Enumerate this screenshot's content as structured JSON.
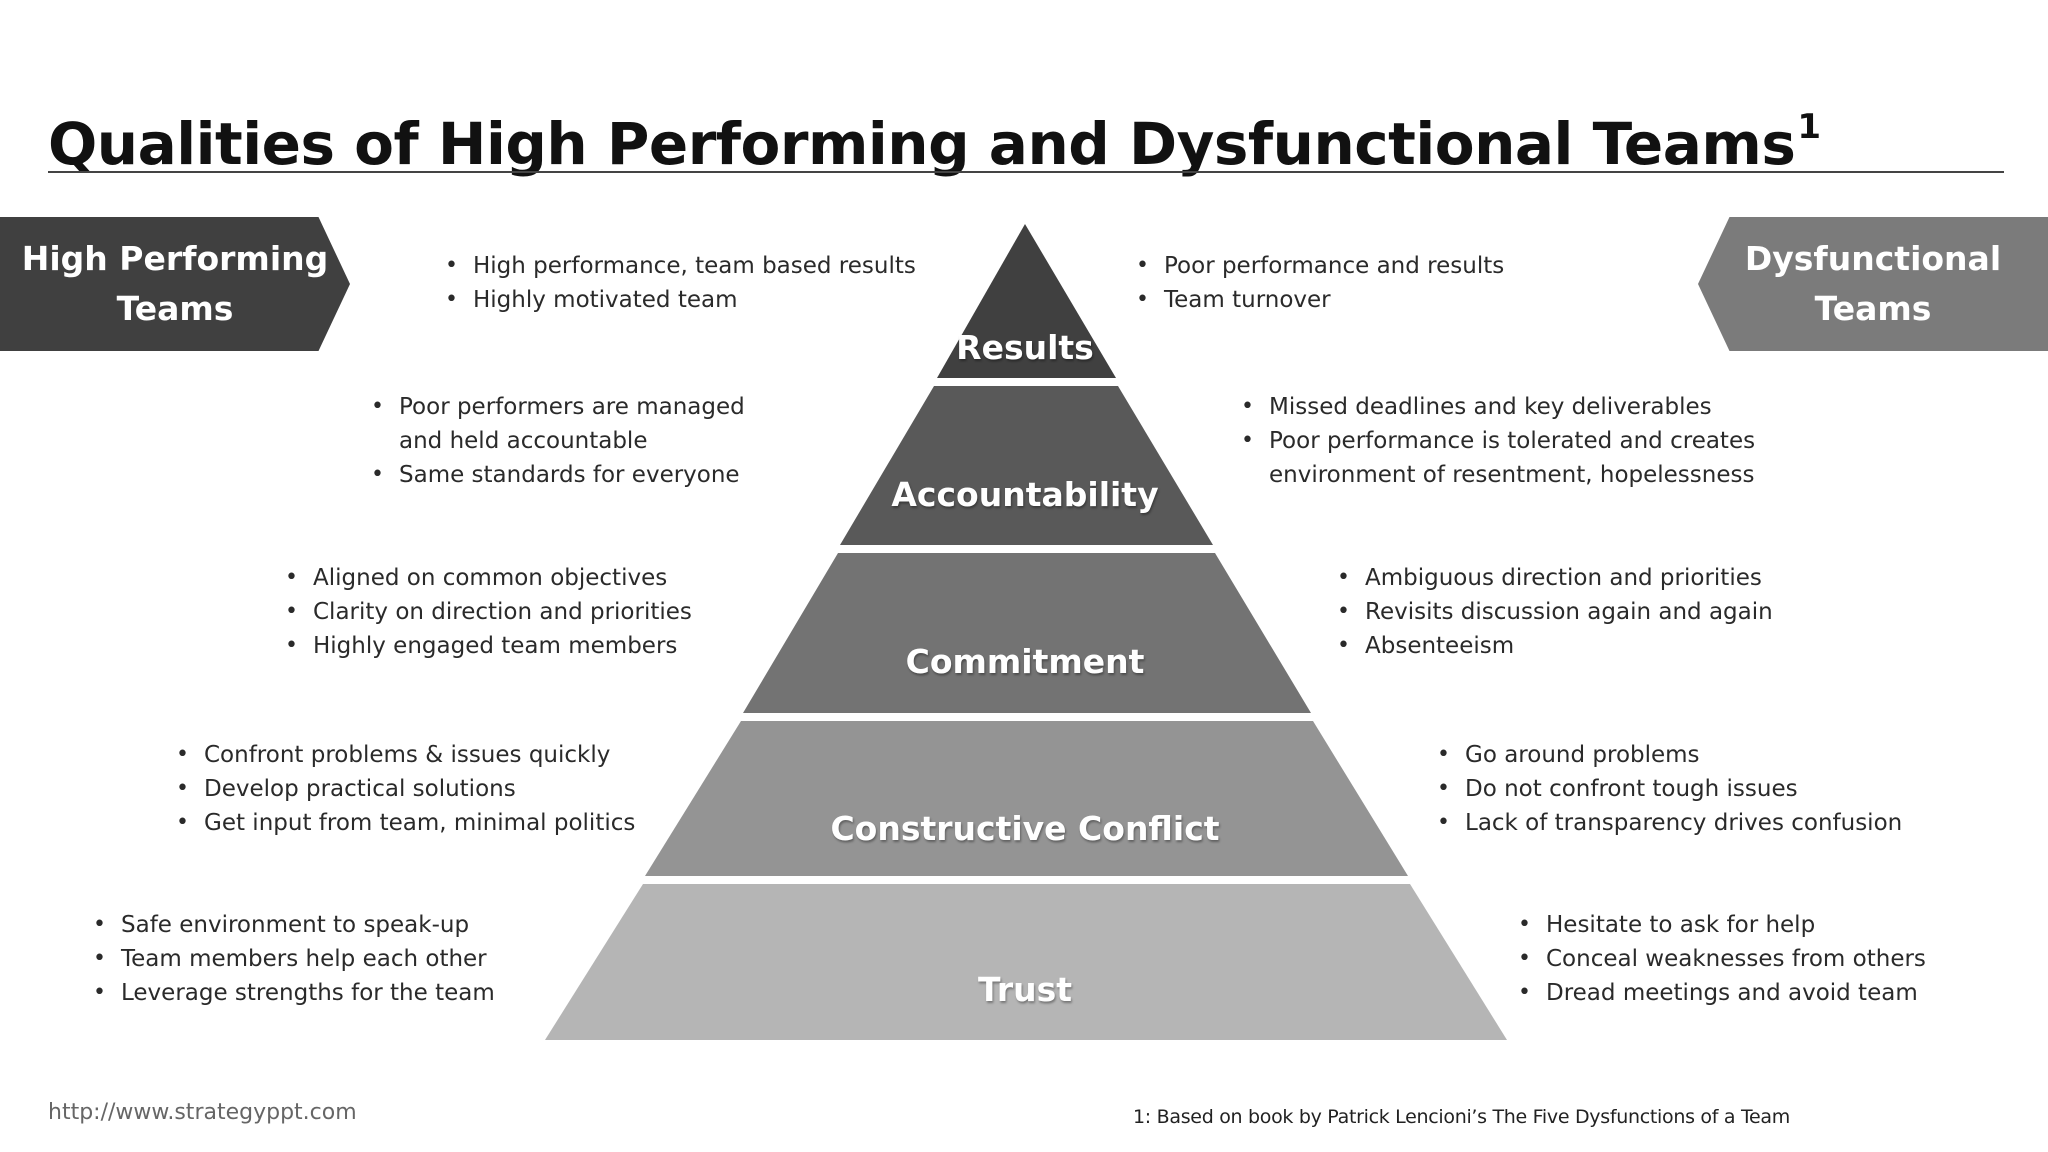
{
  "title": {
    "text": "Qualities of High Performing and Dysfunctional Teams",
    "superscript": "1"
  },
  "banners": {
    "left": {
      "line1": "High Performing",
      "line2": "Teams",
      "color": "#404040"
    },
    "right": {
      "line1": "Dysfunctional",
      "line2": "Teams",
      "color": "#7b7b7b"
    }
  },
  "pyramid": {
    "tiers": [
      {
        "label": "Results",
        "color": "#404040"
      },
      {
        "label": "Accountability",
        "color": "#595959"
      },
      {
        "label": "Commitment",
        "color": "#737373"
      },
      {
        "label": "Constructive Conflict",
        "color": "#949494"
      },
      {
        "label": "Trust",
        "color": "#b5b5b5"
      }
    ]
  },
  "high_performing": {
    "results": [
      "High performance, team based results",
      "Highly motivated team"
    ],
    "accountability": [
      "Poor performers are managed",
      "and held accountable",
      "Same standards for everyone"
    ],
    "commitment": [
      "Aligned on common objectives",
      "Clarity on direction and priorities",
      "Highly engaged team members"
    ],
    "conflict": [
      "Confront problems & issues quickly",
      "Develop practical solutions",
      "Get input from team, minimal politics"
    ],
    "trust": [
      "Safe environment to speak-up",
      "Team members help each other",
      "Leverage strengths for the team"
    ]
  },
  "dysfunctional": {
    "results": [
      "Poor performance and results",
      "Team turnover"
    ],
    "accountability": [
      "Missed deadlines and key deliverables",
      "Poor performance is tolerated and creates",
      "environment of resentment, hopelessness"
    ],
    "commitment": [
      "Ambiguous direction and priorities",
      "Revisits discussion again and again",
      "Absenteeism"
    ],
    "conflict": [
      "Go around problems",
      "Do not confront tough issues",
      "Lack of transparency drives confusion"
    ],
    "trust": [
      "Hesitate to ask for help",
      "Conceal weaknesses from others",
      "Dread meetings and avoid team"
    ]
  },
  "footer": {
    "url": "http://www.strategyppt.com",
    "footnote": "1: Based on book by Patrick Lencioni’s The Five Dysfunctions of a Team"
  }
}
